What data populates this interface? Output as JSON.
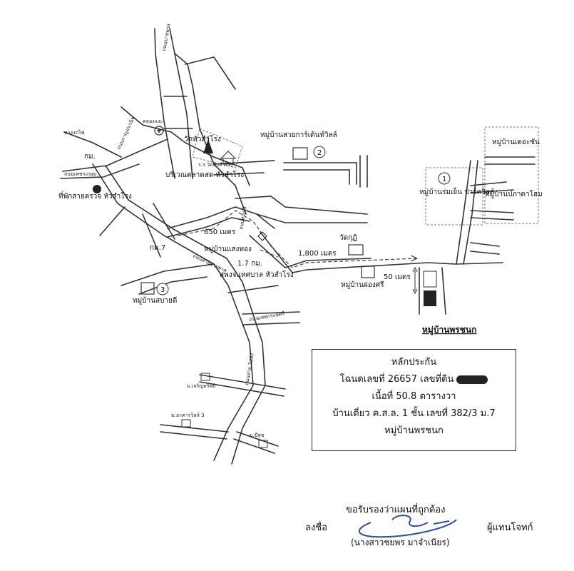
{
  "map": {
    "roads": {
      "bypass": "ถนนบายพาส",
      "kanjanawanit": "ถนนกาญจนวนิช",
      "phetkasem": "ถนนเพชรเกษม",
      "railway": "ทางรถไฟ",
      "khuan_lang": "คลองแงะ",
      "sai_bai": "ถนนสายบายพาส"
    },
    "places": {
      "wat_hat_samrong": "วัดหัวสำโรง",
      "market": "บริเวณตลาดสด หัวสำโรง",
      "police_box": "ที่พักสายตรวจ หัวสำโรง",
      "sawan_village": "หมู่บ้านสวยการ์เด้นท์วิลล์",
      "ruam_yen": "หมู่บ้านร่มเย็น ปาร์ควิลล์",
      "the_sun": "หมู่บ้านเดอะซัน",
      "pakarat": "หมู่บ้านปภาดาโฮม",
      "saeng_thong": "หมู่บ้านแสงทอง",
      "wat_kuti": "วัดกุฏิ",
      "phongsri": "หมู่บ้านผ่องศรี",
      "sabai_dee": "หมู่บ้านสบายดี",
      "municipal": "สพงจ.เทศบาล หัวสำโรง",
      "pornchanok": "หมู่บ้านพรชนก",
      "school": "ร.ร.วัดหัวสำโรง",
      "km_a": "กม.",
      "km_b": "กม.7"
    },
    "distances": {
      "d650": "650 เมตร",
      "d1_7": "1.7 กม.",
      "d1800": "1,800 เมตร",
      "d50": "50 เมตร"
    },
    "markers": {
      "m1": "1",
      "m2": "2",
      "m3": "3"
    },
    "small": {
      "s1": "ม.เจริญทรัพย์",
      "s2": "ม.อาคารวิลล์ 3",
      "s3": "ม.มีสุข",
      "s4": "ถนนสาย 3",
      "s5": "ถนนสาย 3257",
      "s6": "ถนนเทพกระษัตรี"
    }
  },
  "collateral": {
    "title": "หลักประกัน",
    "deed_prefix": "โฉนดเลขที่ 26657  เลขที่ดิน",
    "area": "เนื้อที่ 50.8 ตารางวา",
    "house": "บ้านเดี่ยว ค.ส.ล. 1 ชั้น เลขที่ 382/3 ม.7",
    "village": "หมู่บ้านพรชนก"
  },
  "certification": {
    "title": "ขอรับรองว่าแผนที่ถูกต้อง",
    "sign_label": "ลงชื่อ",
    "role": "ผู้แทนโจทก์",
    "name": "(นางสาวชยพร  มาจำเนียร)"
  }
}
